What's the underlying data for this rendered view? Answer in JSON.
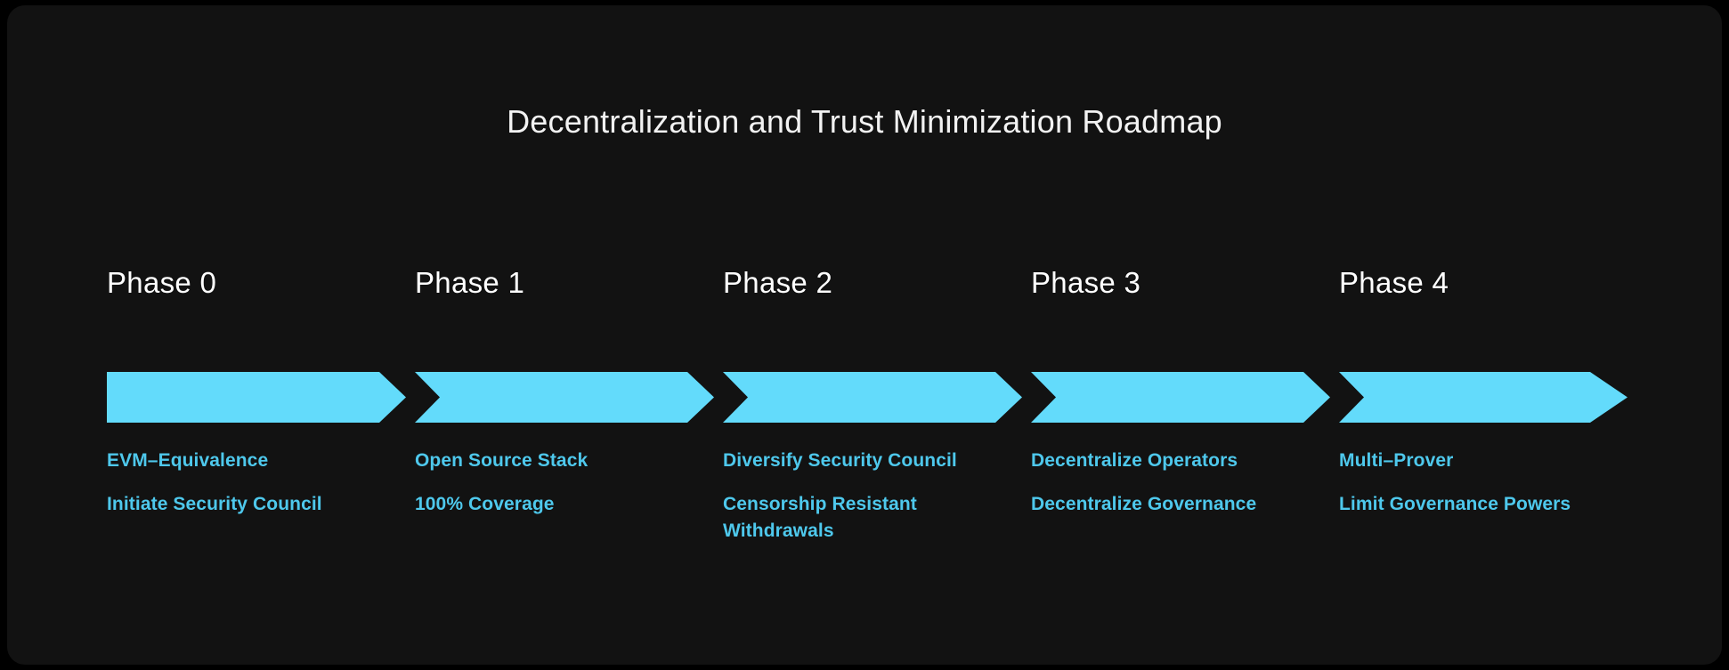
{
  "title": "Decentralization and Trust Minimization Roadmap",
  "colors": {
    "background": "#000000",
    "panel": "#121212",
    "arrow": "#63dbfb",
    "item_text": "#4ec8ec",
    "title_text": "#f2f2f2",
    "phase_label_text": "#ffffff"
  },
  "chart_data": {
    "type": "timeline",
    "title": "Decentralization and Trust Minimization Roadmap",
    "orientation": "horizontal",
    "shape": "chevron-arrow",
    "phases": [
      {
        "label": "Phase 0",
        "items": [
          "EVM–Equivalence",
          "Initiate Security Council"
        ]
      },
      {
        "label": "Phase 1",
        "items": [
          "Open Source Stack",
          "100% Coverage"
        ]
      },
      {
        "label": "Phase 2",
        "items": [
          "Diversify Security Council",
          "Censorship Resistant Withdrawals"
        ]
      },
      {
        "label": "Phase 3",
        "items": [
          "Decentralize Operators",
          "Decentralize Governance"
        ]
      },
      {
        "label": "Phase 4",
        "items": [
          "Multi–Prover",
          "Limit Governance Powers"
        ]
      }
    ]
  }
}
